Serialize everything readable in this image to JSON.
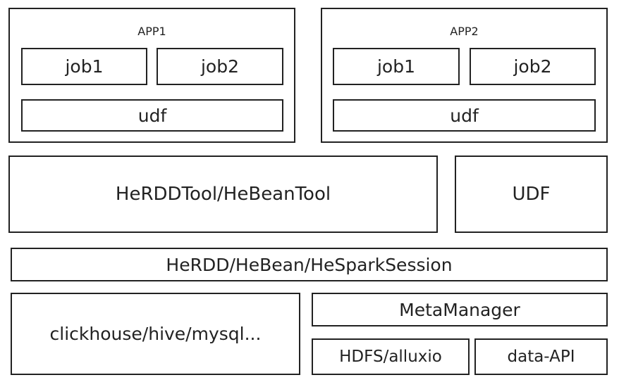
{
  "apps": [
    {
      "title": "APP1",
      "jobs": [
        "job1",
        "job2"
      ],
      "udf": "udf"
    },
    {
      "title": "APP2",
      "jobs": [
        "job1",
        "job2"
      ],
      "udf": "udf"
    }
  ],
  "tool_layer": {
    "tools": "HeRDDTool/HeBeanTool",
    "udf": "UDF"
  },
  "session_layer": "HeRDD/HeBean/HeSparkSession",
  "data_layer": {
    "sources": "clickhouse/hive/mysql...",
    "meta_manager": "MetaManager",
    "storage": "HDFS/alluxio",
    "data_api": "data-API"
  }
}
